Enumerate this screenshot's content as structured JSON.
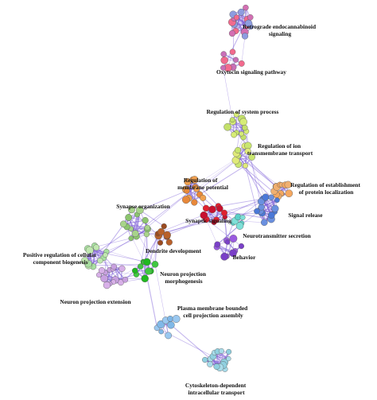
{
  "figure": {
    "background": "#ffffff",
    "edge_color": "#7b5cd6"
  },
  "clusters": [
    {
      "id": "retrograde",
      "label_lines": [
        "Retrograde endocannabinoid",
        "signaling"
      ],
      "colors": [
        "#8e9ce0",
        "#f26a8d",
        "#d36fb3"
      ]
    },
    {
      "id": "oxytocin",
      "label_lines": [
        "Oxytocin signaling pathway"
      ],
      "colors": [
        "#f26a8d",
        "#c970b8"
      ]
    },
    {
      "id": "system-process",
      "label_lines": [
        "Regulation of system process"
      ],
      "colors": [
        "#d6ec76",
        "#c3e06a"
      ]
    },
    {
      "id": "ion-transport",
      "label_lines": [
        "Regulation of ion",
        "transmembrane transport"
      ],
      "colors": [
        "#c9e66f",
        "#e0ea7a"
      ]
    },
    {
      "id": "membrane-potential",
      "label_lines": [
        "Regulation of",
        "membrane potential"
      ],
      "colors": [
        "#e8883a",
        "#f0a050"
      ]
    },
    {
      "id": "protein-localization",
      "label_lines": [
        "Regulation of establishment",
        "of protein localization"
      ],
      "colors": [
        "#f5a860",
        "#f0b070"
      ]
    },
    {
      "id": "synapse-organization",
      "label_lines": [
        "Synapse organization"
      ],
      "colors": [
        "#8cc56e",
        "#a8d48a"
      ]
    },
    {
      "id": "synaptic-signaling",
      "label_lines": [
        "Synaptic signaling"
      ],
      "colors": [
        "#c8102e",
        "#e02030"
      ]
    },
    {
      "id": "signal-release",
      "label_lines": [
        "Signal release"
      ],
      "colors": [
        "#4a78d8",
        "#6a90e0"
      ]
    },
    {
      "id": "neurotransmitter-secretion",
      "label_lines": [
        "Neurotransmitter secretion"
      ],
      "colors": [
        "#5ad0c8",
        "#7ee0d8"
      ]
    },
    {
      "id": "dendrite-development",
      "label_lines": [
        "Dendrite development"
      ],
      "colors": [
        "#9a4a20",
        "#b8602a"
      ]
    },
    {
      "id": "behavior",
      "label_lines": [
        "Behavior"
      ],
      "colors": [
        "#9a5ae0",
        "#7a40c8"
      ]
    },
    {
      "id": "positive-regulation",
      "label_lines": [
        "Positive regulation of cellular",
        "component biogenesis"
      ],
      "colors": [
        "#a8e0a0",
        "#c0e8b0"
      ]
    },
    {
      "id": "neuron-projection-morphogenesis",
      "label_lines": [
        "Neuron projection",
        "morphogenesis"
      ],
      "colors": [
        "#20b820",
        "#40c840"
      ]
    },
    {
      "id": "neuron-projection-extension",
      "label_lines": [
        "Neuron projection extension"
      ],
      "colors": [
        "#d8b0e8",
        "#c8a0e0"
      ]
    },
    {
      "id": "plasma-membrane",
      "label_lines": [
        "Plasma membrane bounded",
        "cell projection assembly"
      ],
      "colors": [
        "#80b8e8",
        "#9ac8f0"
      ]
    },
    {
      "id": "cytoskeleton",
      "label_lines": [
        "Cytoskeleton-dependent",
        "intracellular transport"
      ],
      "colors": [
        "#90d0e0",
        "#a8dcea"
      ]
    }
  ]
}
